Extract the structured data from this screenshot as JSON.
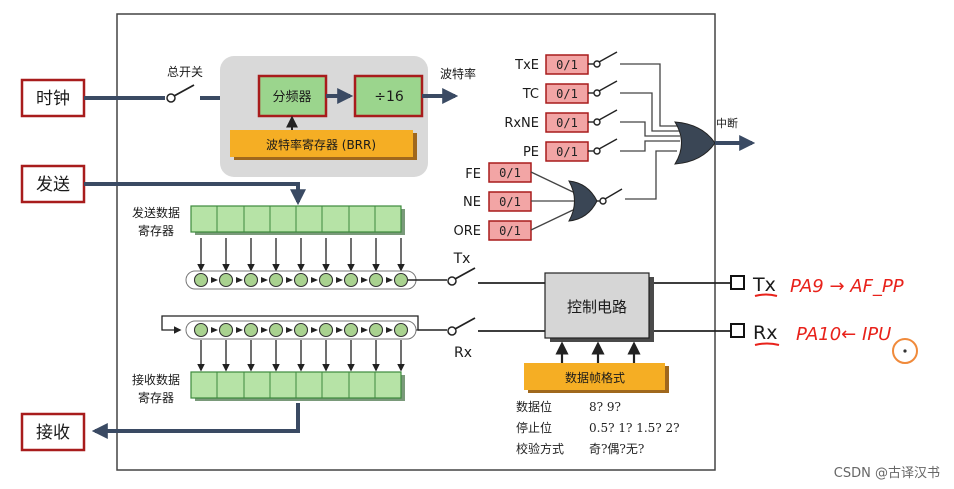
{
  "left_boxes": {
    "clock": "时钟",
    "send": "发送",
    "receive": "接收"
  },
  "main_switch_label": "总开关",
  "divider_label": "分频器",
  "div16_label": "÷16",
  "brr_label": "波特率寄存器 (BRR)",
  "baud_label": "波特率",
  "interrupt_label": "中断",
  "flags_top": [
    {
      "name": "TxE",
      "value": "0/1"
    },
    {
      "name": "TC",
      "value": "0/1"
    },
    {
      "name": "RxNE",
      "value": "0/1"
    },
    {
      "name": "PE",
      "value": "0/1"
    }
  ],
  "flags_err": [
    {
      "name": "FE",
      "value": "0/1"
    },
    {
      "name": "NE",
      "value": "0/1"
    },
    {
      "name": "ORE",
      "value": "0/1"
    }
  ],
  "tdr_label_1": "发送数据",
  "tdr_label_2": "寄存器",
  "rdr_label_1": "接收数据",
  "rdr_label_2": "寄存器",
  "tx_switch_label": "Tx",
  "rx_switch_label": "Rx",
  "control_label": "控制电路",
  "frame_label": "数据帧格式",
  "frame_params": [
    {
      "key": "数据位",
      "val": "8? 9?"
    },
    {
      "key": "停止位",
      "val": "0.5? 1? 1.5? 2?"
    },
    {
      "key": "校验方式",
      "val": "奇?偶?无?"
    }
  ],
  "pin_tx": "Tx",
  "pin_rx": "Rx",
  "note_tx": "PA9 → AF_PP",
  "note_rx": "PA10← IPU",
  "watermark": "CSDN @古译汉书",
  "colors": {
    "box_border": "#a81c1c",
    "flag_fill": "#f2a5a5",
    "divider_fill": "#9bd58d",
    "brr_fill": "#f5ae24",
    "reg_fill": "#b6e3a6",
    "arrow": "#3a4a63",
    "annotation": "#e8221b"
  }
}
